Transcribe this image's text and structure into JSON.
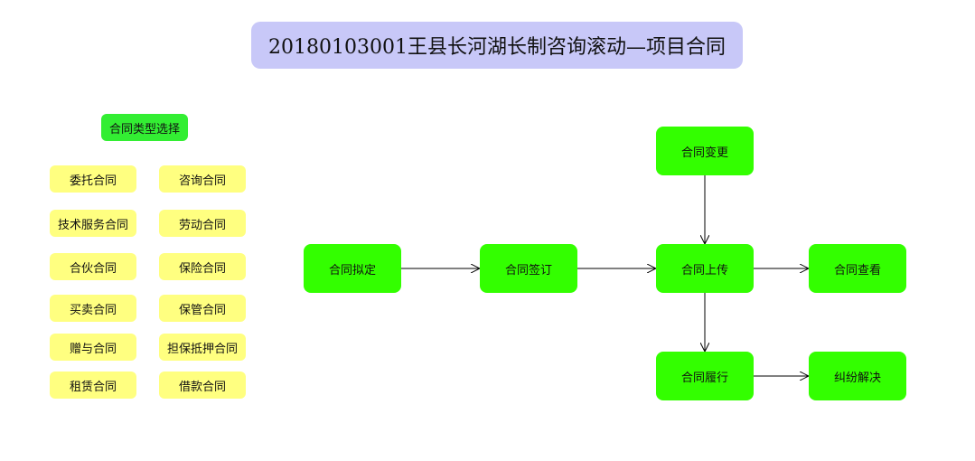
{
  "title": "20180103001王县长河湖长制咨询滚动—项目合同",
  "contract_types": {
    "header": "合同类型选择",
    "items": [
      {
        "label": "委托合同"
      },
      {
        "label": "咨询合同"
      },
      {
        "label": "技术服务合同"
      },
      {
        "label": "劳动合同"
      },
      {
        "label": "合伙合同"
      },
      {
        "label": "保险合同"
      },
      {
        "label": "买卖合同"
      },
      {
        "label": "保管合同"
      },
      {
        "label": "赠与合同"
      },
      {
        "label": "担保抵押合同"
      },
      {
        "label": "租赁合同"
      },
      {
        "label": "借款合同"
      }
    ]
  },
  "flow": {
    "nodes": {
      "draft": "合同拟定",
      "sign": "合同签订",
      "upload": "合同上传",
      "change": "合同变更",
      "view": "合同查看",
      "perform": "合同履行",
      "dispute": "纠纷解决"
    }
  },
  "colors": {
    "title_bg": "#c8c8f8",
    "section_bg": "#33ee33",
    "type_bg": "#ffff80",
    "node_bg": "#33ff00"
  }
}
